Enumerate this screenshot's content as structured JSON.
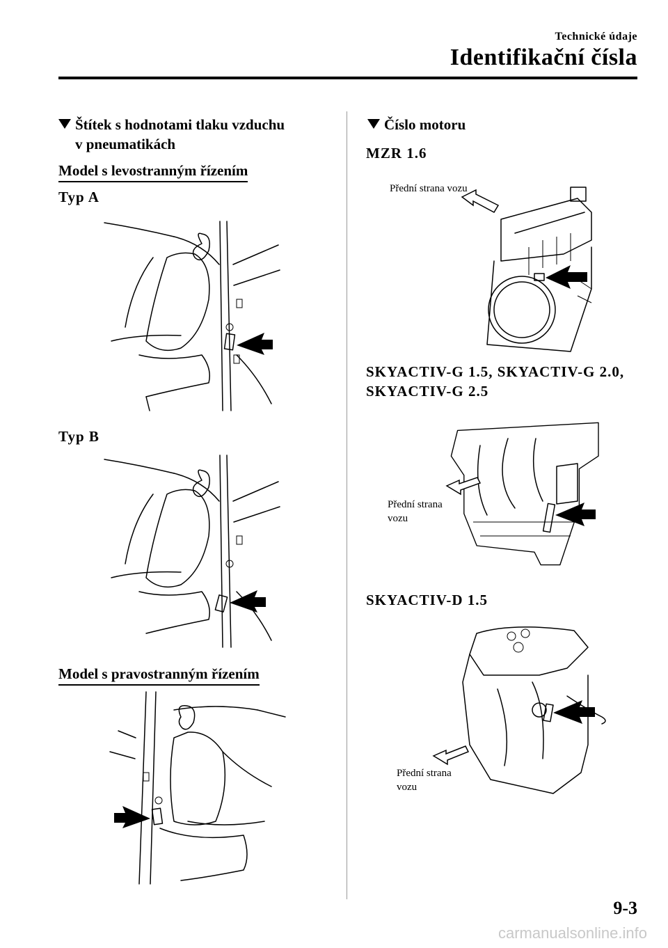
{
  "header": {
    "chapter": "Technické údaje",
    "title": "Identifikační čísla"
  },
  "left": {
    "heading_line1": "Štítek s hodnotami tlaku vzduchu",
    "heading_line2": "v pneumatikách",
    "lhd_title": "Model s levostranným řízením",
    "type_a": "Typ A",
    "type_b": "Typ B",
    "rhd_title": "Model s pravostranným řízením"
  },
  "right": {
    "heading": "Číslo motoru",
    "mzr": "MZR 1.6",
    "mzr_caption": "Přední strana vozu",
    "skyg_line1": "SKYACTIV-G 1.5, SKYACTIV-G 2.0,",
    "skyg_line2": "SKYACTIV-G 2.5",
    "skyg_caption_line1": "Přední strana",
    "skyg_caption_line2": "vozu",
    "skyd": "SKYACTIV-D 1.5",
    "skyd_caption_line1": "Přední strana",
    "skyd_caption_line2": "vozu"
  },
  "footer": {
    "page": "9-3",
    "watermark": "carmanualsonline.info"
  }
}
